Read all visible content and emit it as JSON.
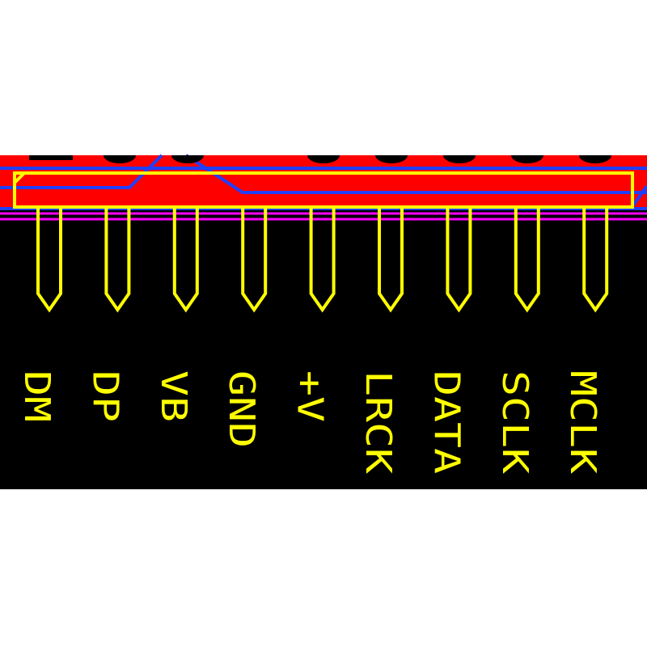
{
  "colors": {
    "background": "#ffffff",
    "board": "#000000",
    "copper_top": "#ff0000",
    "copper_bottom": "#1f3fff",
    "keepout": "#ff00ff",
    "silkscreen": "#ffff00"
  },
  "pins": [
    {
      "label": "DM"
    },
    {
      "label": "DP"
    },
    {
      "label": "VB"
    },
    {
      "label": "GND"
    },
    {
      "label": "+V"
    },
    {
      "label": "LRCK"
    },
    {
      "label": "DATA"
    },
    {
      "label": "SCLK"
    },
    {
      "label": "MCLK"
    }
  ]
}
